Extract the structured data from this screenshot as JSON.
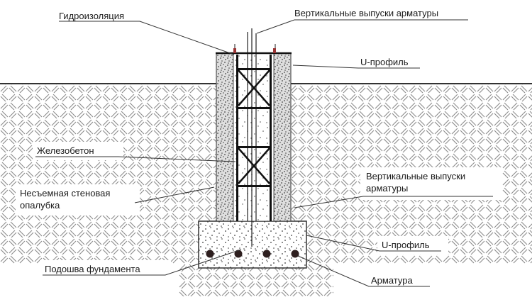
{
  "diagram": {
    "type": "construction-section",
    "subject": "strip foundation with permanent formwork, cross-section"
  },
  "labels": {
    "waterproofing": "Гидроизоляция",
    "rebar_outlets_top": "Вертикальные выпуски арматуры",
    "u_profile_top": "U-профиль",
    "reinforced_concrete": "Железобетон",
    "permanent_formwork": "Несъемная стеновая опалубка",
    "rebar_outlets_side": "Вертикальные выпуски арматуры",
    "u_profile_bottom": "U-профиль",
    "footing": "Подошва фундамента",
    "rebar": "Арматура"
  },
  "colors": {
    "background": "#ffffff",
    "line": "#333333",
    "soil_hatch": "#8a8a8a",
    "concrete_dot": "#444444",
    "rebar_dark": "#111111",
    "rebar_dot": "#2e1f1f",
    "red_mark": "#993333"
  }
}
